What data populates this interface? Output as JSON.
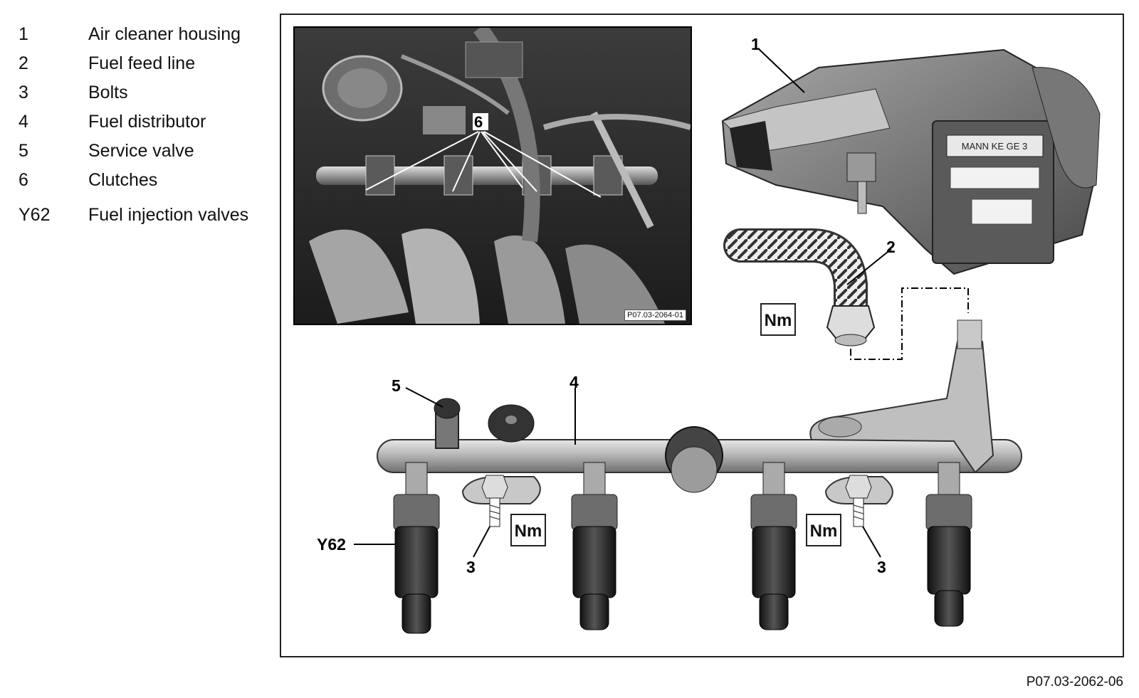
{
  "legend": {
    "items": [
      {
        "num": "1",
        "label": "Air cleaner housing"
      },
      {
        "num": "2",
        "label": "Fuel feed line"
      },
      {
        "num": "3",
        "label": "Bolts"
      },
      {
        "num": "4",
        "label": "Fuel distributor"
      },
      {
        "num": "5",
        "label": "Service valve"
      },
      {
        "num": "6",
        "label": "Clutches"
      },
      {
        "num": "Y62",
        "label": "Fuel injection valves"
      }
    ]
  },
  "photo": {
    "code": "P07.03-2064-01",
    "callout": "6"
  },
  "callouts": {
    "air_cleaner": "1",
    "feed_line": "2",
    "bolts_left": "3",
    "bolts_right": "3",
    "distributor": "4",
    "service_valve": "5",
    "injectors": "Y62"
  },
  "torque_label": "Nm",
  "housing_label": "MANN KE GE 3",
  "figure_code": "P07.03-2062-06"
}
